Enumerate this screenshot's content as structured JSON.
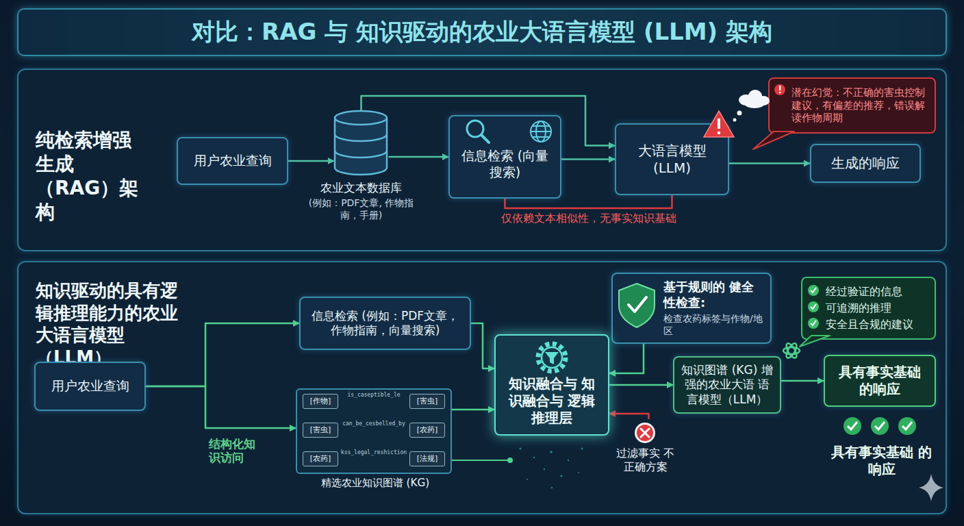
{
  "diagram": {
    "title": "对比：RAG 与 知识驱动的农业大语言模型 (LLM) 架构",
    "nodes": [
      {
        "text": [
          "纯检索增强生成（RAG）架构"
        ]
      },
      {
        "text": [
          "用户农业查询"
        ],
        "in": 0
      },
      {
        "text": [
          "农业文本数据库",
          "(例如：PDF文章, 作物指南，手册)"
        ],
        "in": 0
      },
      {
        "text": [
          "信息检索 (向量搜索)"
        ],
        "in": 0
      },
      {
        "text": [
          "大语言模型 (LLM)"
        ],
        "in": 0
      },
      {
        "text": [
          "潜在幻觉：不正确的害虫控制建议，有偏差的推荐，错误解读作物周期"
        ],
        "in": 0
      },
      {
        "text": [
          "生成的响应"
        ],
        "in": 0
      },
      {
        "text": [
          "知识驱动的具有逻辑推理能力的农业大语言模型（LLM）"
        ]
      },
      {
        "text": [
          "用户农业查询"
        ],
        "in": 7
      },
      {
        "text": [
          "信息检索 (例如：PDF文章，作物指南，向量搜索)"
        ],
        "in": 7
      },
      {
        "text": [
          "精选农业知识图谱 (KG)"
        ],
        "in": 7
      },
      {
        "text": [
          "[作物]"
        ],
        "in": 10
      },
      {
        "text": [
          "[害虫]"
        ],
        "in": 10
      },
      {
        "text": [
          "[害虫]"
        ],
        "in": 10
      },
      {
        "text": [
          "[农药]"
        ],
        "in": 10
      },
      {
        "text": [
          "[农药]"
        ],
        "in": 10
      },
      {
        "text": [
          "[法规]"
        ],
        "in": 10
      },
      {
        "text": [
          "基于规则的 健全性检查:",
          "检查农药标签与作物/地区"
        ],
        "in": 7
      },
      {
        "text": [
          "知识融合与 知识融合与 逻辑推理层"
        ],
        "in": 7
      },
      {
        "text": [
          "过滤事实 不正确方案"
        ],
        "in": 7
      },
      {
        "text": [
          "知识图谱 (KG) 增强的农业大语 语言模型（LLM）"
        ],
        "in": 7
      },
      {
        "text": [
          "经过验证的信息",
          "可追溯的推理",
          "安全且合规的建议"
        ],
        "in": 7
      },
      {
        "text": [
          "具有事实基础 的响应"
        ],
        "in": 7
      }
    ],
    "edges": [
      {
        "from": 1,
        "to": 2,
        "arrow": "to"
      },
      {
        "from": 2,
        "to": 3,
        "arrow": "to"
      },
      {
        "from": 2,
        "to": 4,
        "arrow": "to"
      },
      {
        "from": 3,
        "to": 4,
        "arrow": "to"
      },
      {
        "from": 4,
        "to": 6,
        "arrow": "to"
      },
      {
        "from": 3,
        "to": 4,
        "arrow": "none",
        "label": "仅依赖文本相似性，无事实知识基础"
      },
      {
        "from": 8,
        "to": 9,
        "arrow": "to"
      },
      {
        "from": 8,
        "to": 10,
        "arrow": "to",
        "label": "结构化知识访问"
      },
      {
        "from": 9,
        "to": 18,
        "arrow": "to"
      },
      {
        "from": 10,
        "to": 18,
        "arrow": "to"
      },
      {
        "from": 17,
        "to": 18,
        "arrow": "to"
      },
      {
        "from": 19,
        "to": 18,
        "arrow": "to"
      },
      {
        "from": 18,
        "to": 20,
        "arrow": "to"
      },
      {
        "from": 20,
        "to": 22,
        "arrow": "to"
      },
      {
        "from": 11,
        "to": 12,
        "arrow": "to",
        "label": "is_caseptible_le"
      },
      {
        "from": 13,
        "to": 14,
        "arrow": "to",
        "label": "can_be_cesbelled_by"
      },
      {
        "from": 15,
        "to": 16,
        "arrow": "to",
        "label": "kss_legal_reshiction"
      }
    ],
    "labels": [
      "具有事实基础 的响应"
    ]
  }
}
